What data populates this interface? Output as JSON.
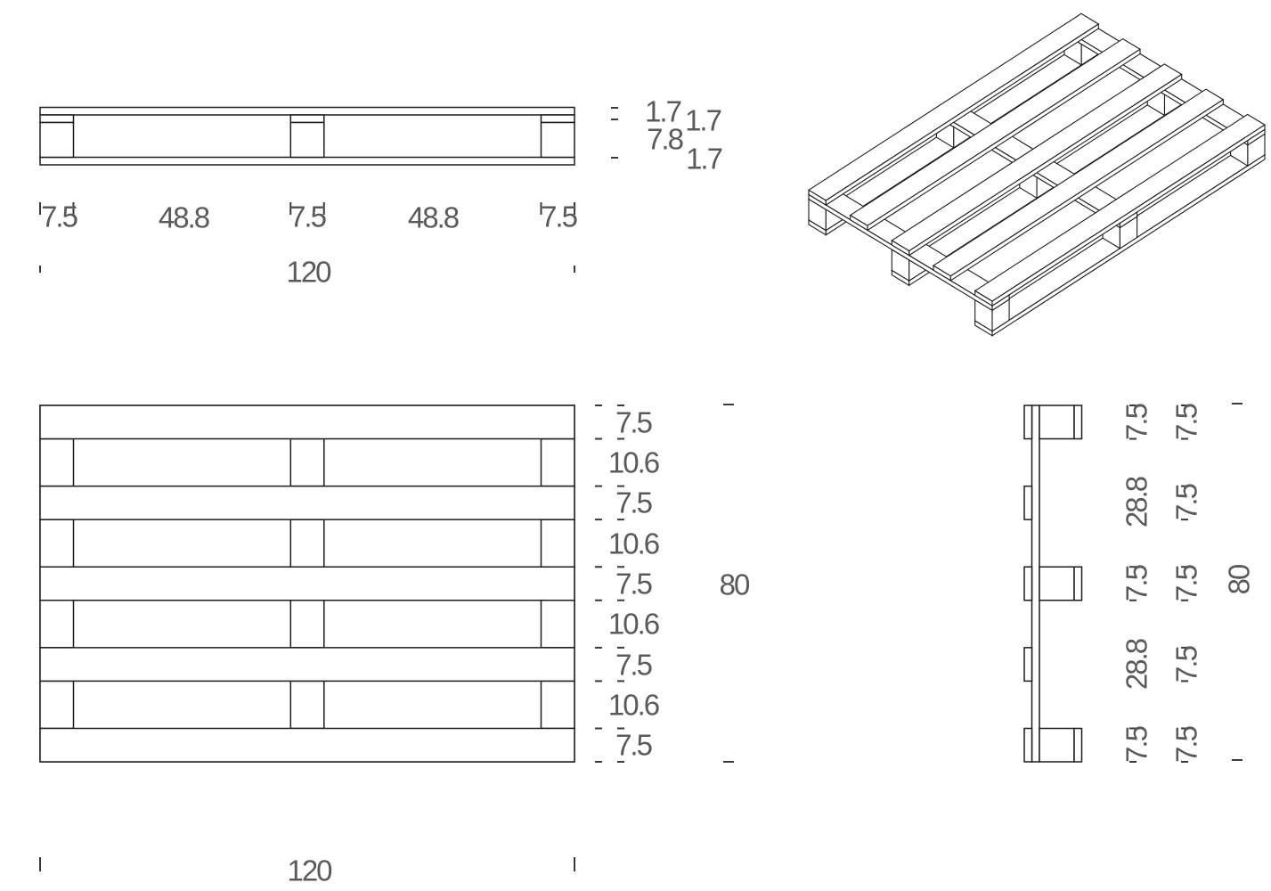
{
  "front_view": {
    "segment_dims": [
      "7.5",
      "48.8",
      "7.5",
      "48.8",
      "7.5"
    ],
    "overall_width": "120",
    "height_dims": [
      "1.7",
      "1.7",
      "7.8",
      "1.7"
    ]
  },
  "plan_view": {
    "band_dims": [
      "7.5",
      "10.6",
      "7.5",
      "10.6",
      "7.5",
      "10.6",
      "7.5",
      "10.6",
      "7.5"
    ],
    "overall_width": "120",
    "overall_depth": "80"
  },
  "side_view": {
    "block_spacing_dims": [
      "7.5",
      "28.8",
      "7.5",
      "28.8",
      "7.5"
    ],
    "board_dims": [
      "7.5",
      "7.5",
      "7.5",
      "7.5",
      "7.5"
    ],
    "overall_depth": "80"
  },
  "colors": {
    "line": "#1c1c1c",
    "tick": "#3a3a3a",
    "dim_text": "#5a5a5a"
  }
}
